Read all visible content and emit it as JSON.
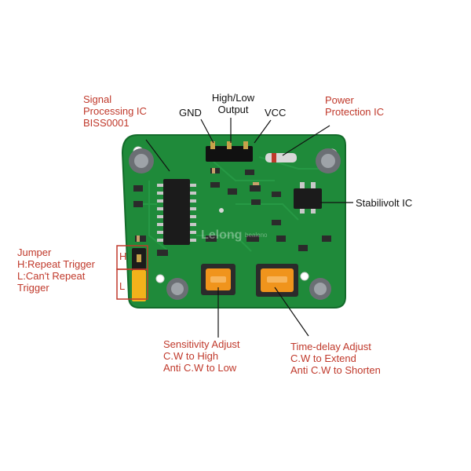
{
  "labels": {
    "signal_ic": [
      "Signal",
      "Processing IC",
      "BISS0001"
    ],
    "gnd": "GND",
    "high_low": [
      "High/Low",
      "Output"
    ],
    "vcc": "VCC",
    "power_protection": [
      "Power",
      "Protection IC"
    ],
    "stabilivolt": "Stabilivolt IC",
    "jumper": [
      "Jumper",
      "H:Repeat Trigger",
      "L:Can't Repeat",
      "Trigger"
    ],
    "jumper_h": "H",
    "jumper_l": "L",
    "sensitivity": [
      "Sensitivity Adjust",
      "C.W to High",
      "Anti C.W to Low"
    ],
    "time_delay": [
      "Time-delay Adjust",
      "C.W to Extend",
      "Anti C.W to Shorten"
    ],
    "watermark": [
      "Lelong",
      "bealeno"
    ]
  },
  "colors": {
    "board": "#1f8a3a",
    "board_dark": "#136b2a",
    "label_red": "#c0392b",
    "label_black": "#111111",
    "pot_orange": "#f0941c",
    "jumper_yellow": "#f2b21b"
  }
}
